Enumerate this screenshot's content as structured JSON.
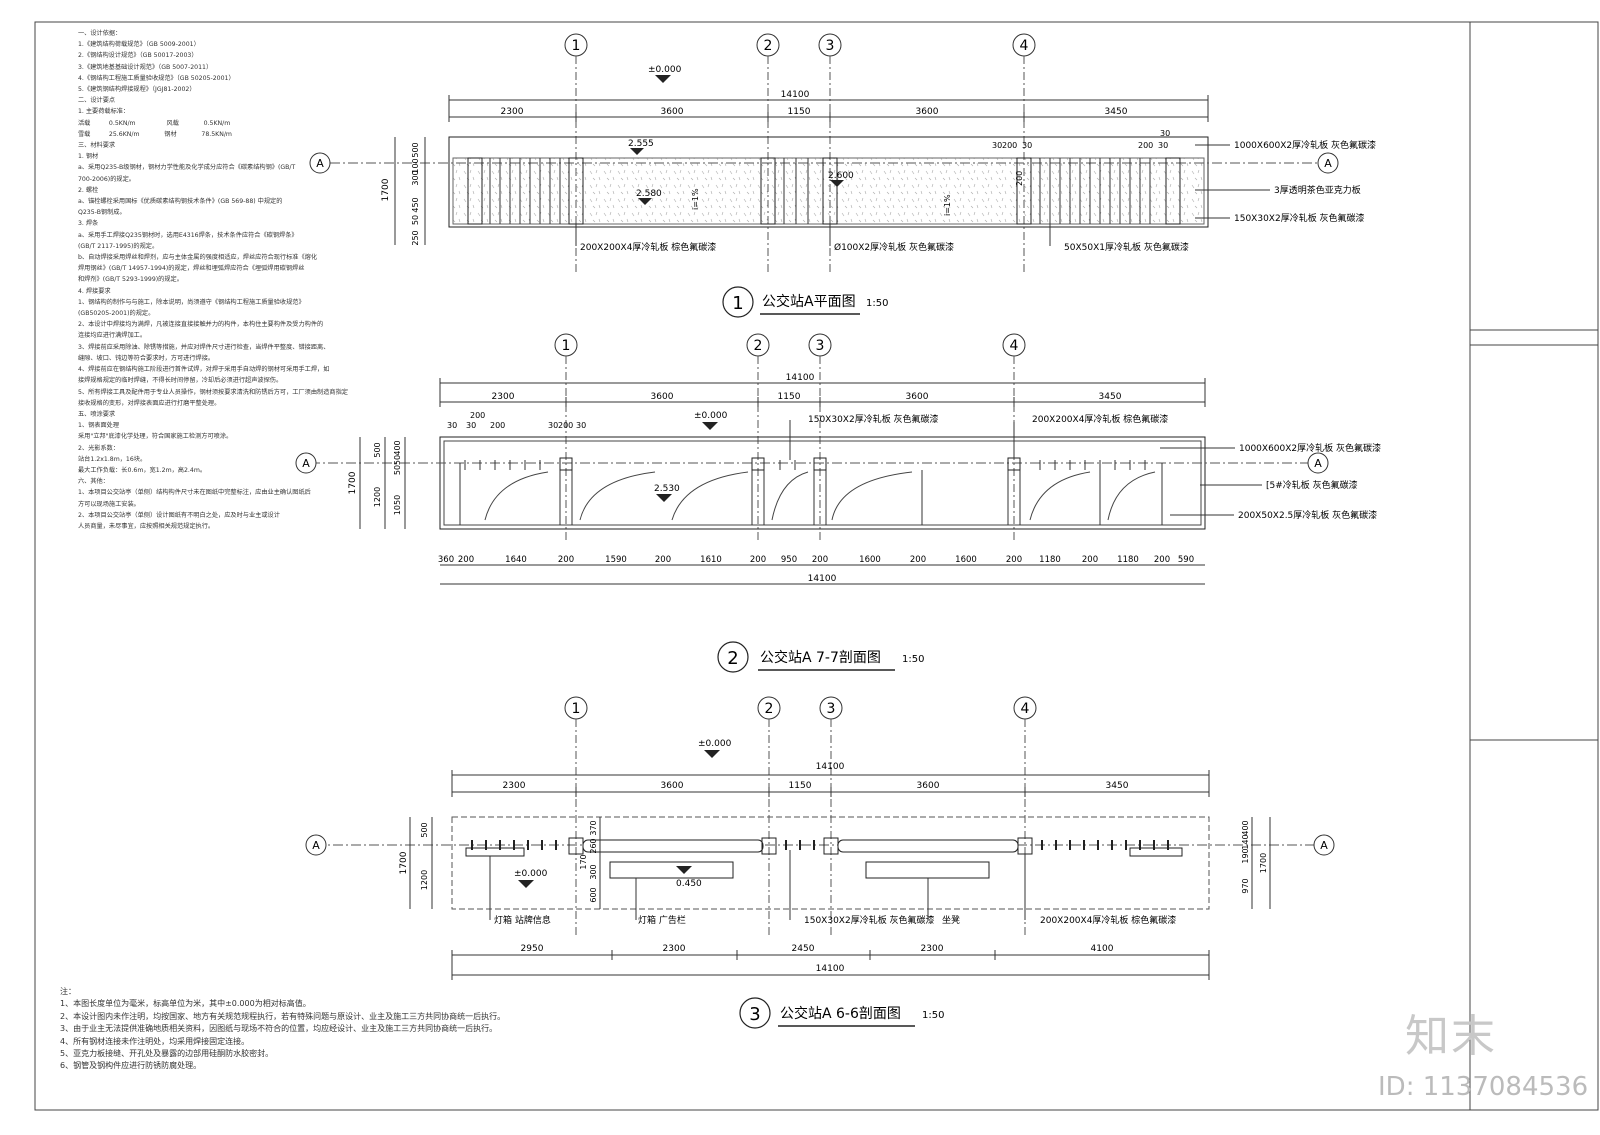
{
  "notes": [
    "一、设计依据：",
    "1.《建筑结构荷载规范》（GB 5009-2001）",
    "2.《钢结构设计规范》（GB 50017-2003）",
    "3.《建筑地基基础设计规范》（GB 5007-2011）",
    "4.《钢结构工程施工质量验收规范》（GB 50205-2001）",
    "5.《建筑钢结构焊接规程》（JGJ81-2002）",
    "二、设计要点",
    "1. 主要荷载标准：",
    "活载　　　0.5KN/m　　　　　风载　　　　0.5KN/m",
    "雪载　　　25.6KN/m　　　　钢材　　　　78.5KN/m",
    "三、材料要求",
    "1. 钢材",
    "a、采用Q235-B级钢材，钢材力学性能及化学成分应符合《碳素结构钢》(GB/T",
    "700-2006)的规定。",
    "2. 螺栓",
    "a、锚栓螺栓采用国标《优质碳素结构钢技术条件》(GB 569-88) 中规定的",
    "Q235-B钢制成。",
    "3. 焊条",
    "a、采用手工焊接Q235钢材时，选用E4316焊条，技术条件应符合《碳钢焊条》",
    "(GB/T 2117-1995)的规定。",
    "b、自动焊接采用焊丝和焊剂，应与主体金属的强度相适应，焊丝应符合现行标准《熔化",
    "焊用钢丝》(GB/T 14957-1994)的规定，焊丝和埋弧焊应符合《埋弧焊用碳钢焊丝",
    "和焊剂》(GB/T 5293-1999)的规定。",
    "4. 焊接要求",
    "1、钢结构的制作与与施工，除本说明，尚须遵守《钢结构工程施工质量验收规范》",
    "(GB50205-2001)的规定。",
    "2、本设计中焊接均为满焊，凡被连接直接接触并力的构件，本构住主要构件及受力构件的",
    "连接均应进行满焊加工。",
    "3、焊接前应采用除油、除锈等措施，并应对焊件尺寸进行检查，当焊件平整度、错接距离、",
    "缝隙、坡口、钝边等符合要求时，方可进行焊接。",
    "4、焊接前应在钢结构施工阶段进行首件试焊，对焊于采用手自动焊的钢材可采用手工焊，如",
    "接焊规格规定的临时焊缝，不得长时间停留，冷却后必须进行超声波探伤。",
    "5、所有焊接工具及配件用于专业人员操作，钢材须按要求清洗和防锈后方可，工厂须由制造商指定",
    "接收规格的变形，对焊接表面应进行打磨平整处理。",
    "五、喷涂要求",
    "1、钢表面处理",
    "采用\"立邦\"底漆化学处理，符合国家施工检测方可喷涂。",
    "2、光影系数：",
    "站台1.2x1.8m，16块。",
    "最大工作负载：长0.6m，宽1.2m，高2.4m。",
    "六、其他：",
    "1、本项目公交站亭（单侧）结构构件尺寸未在图纸中完整标注，应由业主确认图纸后",
    "方可以现场施工安装。",
    "2、本项目公交站亭（单侧）设计图纸有不明白之处，应及时与业主或设计",
    "人员商量，未尽事宜，应按照相关规范规定执行。"
  ],
  "bottom_notes": [
    "注：",
    "1、本图长度单位为毫米，标高单位为米，其中±0.000为相对标高值。",
    "2、本设计图内未作注明，均按国家、地方有关规范规程执行，若有特殊问题与原设计、业主及施工三方共同协商统一后执行。",
    "3、由于业主无法提供准确地质相关资料，因图纸与现场不符合的位置，均应经设计、业主及施工三方共同协商统一后执行。",
    "4、所有钢材连接未作注明处，均采用焊接固定连接。",
    "5、亚克力板接缝、开孔处及暴露的边部用硅酮防水胶密封。",
    "6、钢管及钢构件应进行防锈防腐处理。"
  ],
  "plan": {
    "title_no": "1",
    "title": "公交站A平面图",
    "scale": "1:50",
    "elev": "±0.000",
    "elev2": "2.555",
    "elev3": "2.580",
    "elev4": "2.600",
    "axis_labels": [
      "1",
      "2",
      "3",
      "4"
    ],
    "total": "14100",
    "spans": [
      "2300",
      "3600",
      "1150",
      "3600",
      "3450"
    ],
    "left_dims": [
      "1700",
      "450",
      "300",
      "500",
      "100",
      "250",
      "50"
    ],
    "callouts": [
      "1000X600X2厚冷轧板 灰色氟碳漆",
      "3厚透明茶色亚克力板",
      "150X30X2厚冷轧板 灰色氟碳漆",
      "200X200X4厚冷轧板 棕色氟碳漆",
      "Ø100X2厚冷轧板 灰色氟碳漆",
      "50X50X1厚冷轧板 灰色氟碳漆"
    ],
    "small_dims": [
      "30",
      "200",
      "30",
      "30",
      "200",
      "30",
      "200"
    ],
    "slope": "i=1%",
    "slope2": "i=1%",
    "grid": "A",
    "grid_side": "200"
  },
  "sec77": {
    "title_no": "2",
    "title": "公交站A  7-7剖面图",
    "scale": "1:50",
    "elev": "±0.000",
    "elev2": "2.530",
    "axis_labels": [
      "1",
      "2",
      "3",
      "4"
    ],
    "total": "14100",
    "spans": [
      "2300",
      "3600",
      "1150",
      "3600",
      "3450"
    ],
    "left_dims": [
      "1700",
      "500",
      "1200",
      "1050",
      "50",
      "400",
      "50"
    ],
    "top_small": [
      "30",
      "200",
      "200",
      "30",
      "200",
      "30",
      "30"
    ],
    "callouts": [
      "150X30X2厚冷轧板 灰色氟碳漆",
      "200X200X4厚冷轧板 棕色氟碳漆",
      "1000X600X2厚冷轧板 灰色氟碳漆",
      "[5#冷轧板 灰色氟碳漆",
      "200X50X2.5厚冷轧板 灰色氟碳漆"
    ],
    "bottom_dims": [
      "360",
      "200",
      "1640",
      "200",
      "1590",
      "200",
      "1610",
      "200",
      "950",
      "200",
      "1600",
      "200",
      "1600",
      "200",
      "1180",
      "200",
      "1180",
      "200",
      "590"
    ],
    "grid": "A"
  },
  "sec66": {
    "title_no": "3",
    "title": "公交站A  6-6剖面图",
    "scale": "1:50",
    "elev": "±0.000",
    "elev2": "±0.000",
    "elev3": "0.450",
    "axis_labels": [
      "1",
      "2",
      "3",
      "4"
    ],
    "total": "14100",
    "spans": [
      "2300",
      "3600",
      "1150",
      "3600",
      "3450"
    ],
    "left_dims": [
      "1700",
      "500",
      "1200"
    ],
    "inner_dims": [
      "370",
      "260",
      "170",
      "300",
      "600"
    ],
    "right_dims": [
      "140",
      "190",
      "400",
      "970",
      "1700"
    ],
    "callouts": [
      "灯箱 站牌信息",
      "灯箱 广告栏",
      "150X30X2厚冷轧板 灰色氟碳漆",
      "坐凳",
      "200X200X4厚冷轧板 棕色氟碳漆"
    ],
    "bottom_dims": [
      "2950",
      "2300",
      "2450",
      "2300",
      "4100"
    ],
    "bottom_total": "14100",
    "grid": "A"
  },
  "watermark": {
    "logo": "知末",
    "id": "ID: 1137084536"
  }
}
